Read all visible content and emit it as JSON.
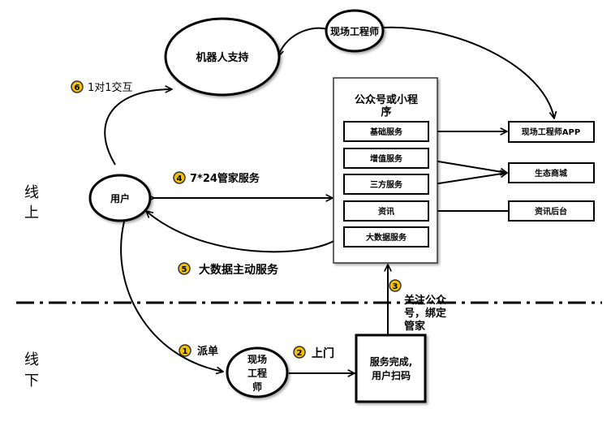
{
  "nodes": {
    "robot": "机器人支持",
    "engineer_top": "现场工程师",
    "user": "用户",
    "engineer_bottom": [
      "现场",
      "工程",
      "师"
    ],
    "service_done": [
      "服务完成,",
      "用户扫码"
    ]
  },
  "platform": {
    "title": [
      "公众号或小程",
      "序"
    ],
    "items": [
      "基础服务",
      "增值服务",
      "三方服务",
      "资讯",
      "大数据服务"
    ]
  },
  "external": {
    "engineer_app": "现场工程师APP",
    "eco_mall": "生态商城",
    "info_backend": "资讯后台"
  },
  "zones": {
    "online": [
      "线",
      "上"
    ],
    "offline": [
      "线",
      "下"
    ]
  },
  "steps": [
    {
      "num": "1",
      "label": "派单"
    },
    {
      "num": "2",
      "label": "上门"
    },
    {
      "num": "3",
      "label": [
        "关注公众",
        "号，绑定",
        "管家"
      ]
    },
    {
      "num": "4",
      "label": "7*24管家服务"
    },
    {
      "num": "5",
      "label": "大数据主动服务"
    },
    {
      "num": "6",
      "label": "1对1交互"
    }
  ],
  "colors": {
    "badge": "#f2c200"
  }
}
